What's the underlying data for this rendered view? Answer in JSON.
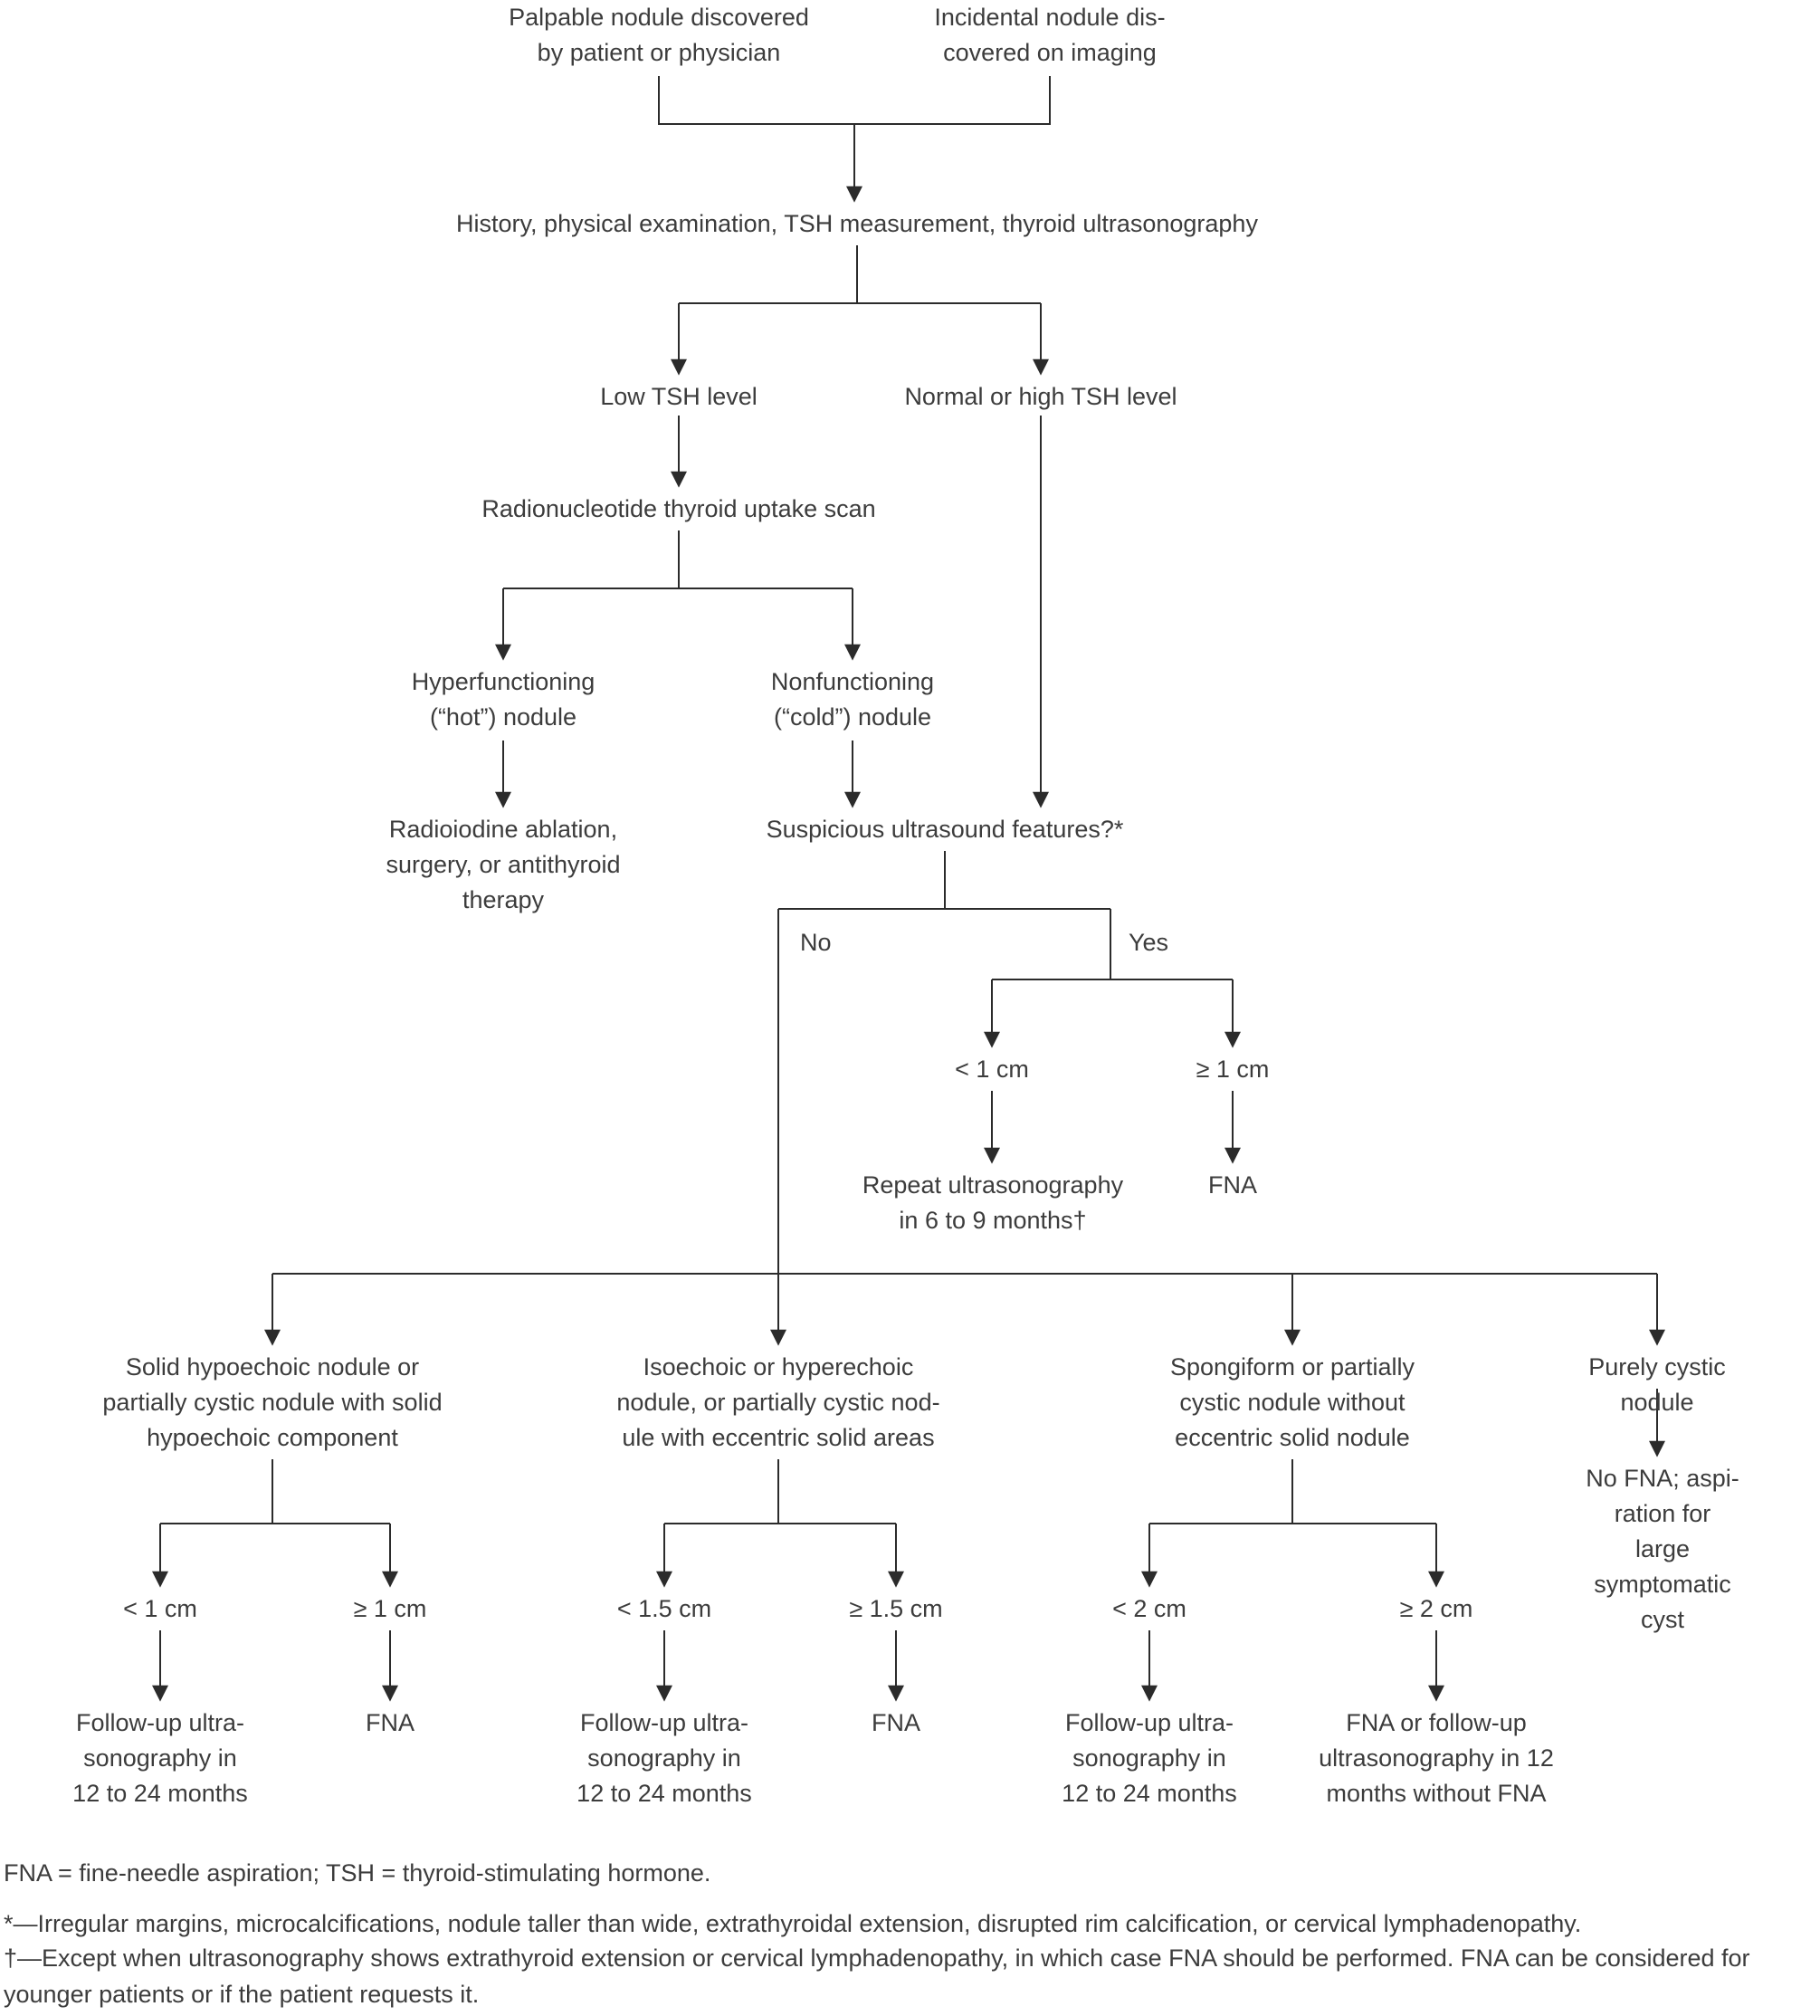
{
  "colors": {
    "ink": "#3c3c3c",
    "line": "#2b2b2b"
  },
  "nodes": {
    "palpable": "Palpable nodule discovered\nby patient or physician",
    "incidental": "Incidental nodule dis-\ncovered on imaging",
    "workup": "History, physical examination, TSH measurement, thyroid ultrasonography",
    "low_tsh": "Low TSH level",
    "normal_high_tsh": "Normal or high TSH level",
    "uptake_scan": "Radionucleotide thyroid uptake scan",
    "hot_nodule": "Hyperfunctioning\n(“hot”) nodule",
    "cold_nodule": "Nonfunctioning\n(“cold”) nodule",
    "ablation": "Radioiodine ablation,\nsurgery, or antithyroid\ntherapy",
    "suspicious": "Suspicious ultrasound features?*",
    "no": "No",
    "yes": "Yes",
    "yes_lt_1cm": "< 1 cm",
    "yes_ge_1cm": "≥ 1 cm",
    "repeat_us": "Repeat ultrasonography\nin 6 to 9 months†",
    "yes_fna": "FNA",
    "solid_hypoechoic": "Solid hypoechoic nodule or\npartially cystic nodule with solid\nhypoechoic component",
    "isoechoic": "Isoechoic or hyperechoic\nnodule, or partially cystic nod-\nule with eccentric solid areas",
    "spongiform": "Spongiform or partially\ncystic nodule without\neccentric solid nodule",
    "purely_cystic": "Purely cystic nodule",
    "b1_lt": "< 1 cm",
    "b1_ge": "≥ 1 cm",
    "b1_followup": "Follow-up ultra-\nsonography in\n12 to 24 months",
    "b1_fna": "FNA",
    "b2_lt": "< 1.5 cm",
    "b2_ge": "≥ 1.5 cm",
    "b2_followup": "Follow-up ultra-\nsonography in\n12 to 24 months",
    "b2_fna": "FNA",
    "b3_lt": "< 2 cm",
    "b3_ge": "≥ 2 cm",
    "b3_followup": "Follow-up ultra-\nsonography in\n12 to 24 months",
    "b3_fna_followup": "FNA or follow-up\nultrasonography in 12\nmonths without FNA",
    "no_fna": "No FNA; aspi-\nration for large\nsymptomatic cyst"
  },
  "footnotes": {
    "abbreviations": "FNA = fine-needle aspiration; TSH = thyroid-stimulating hormone.",
    "asterisk": "*—Irregular margins, microcalcifications, nodule taller than wide, extrathyroidal extension, disrupted rim calcification, or cervical lymphadenopathy.",
    "dagger": "†—Except when ultrasonography shows extrathyroid extension or cervical lymphadenopathy, in which case FNA should be performed. FNA can be considered for younger patients or if the patient requests it."
  }
}
